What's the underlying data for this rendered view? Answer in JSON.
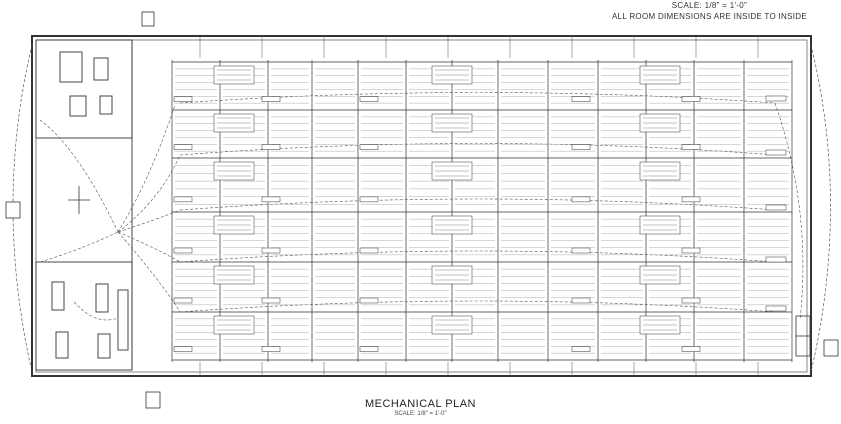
{
  "header": {
    "scale_note": "SCALE: 1/8\" = 1'-0\"",
    "dimensions_note": "ALL ROOM DIMENSIONS ARE INSIDE TO INSIDE"
  },
  "footer": {
    "title": "MECHANICAL PLAN",
    "subtitle": "SCALE: 1/8\" = 1'-0\""
  }
}
